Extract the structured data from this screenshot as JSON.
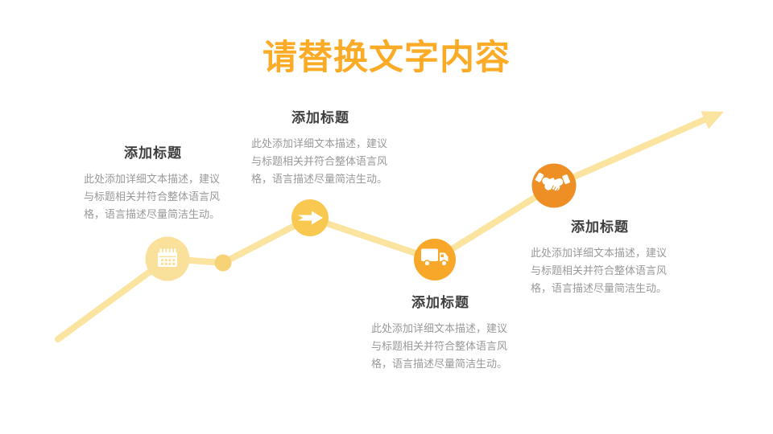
{
  "slide": {
    "title": "请替换文字内容"
  },
  "items": [
    {
      "title": "添加标题",
      "body": "此处添加详细文本描述，建议与标题相关并符合整体语言风格，语言描述尽量简洁生动。",
      "icon": "calendar-icon"
    },
    {
      "title": "添加标题",
      "body": "此处添加详细文本描述，建议与标题相关并符合整体语言风格，语言描述尽量简洁生动。",
      "icon": "right-arrow-icon"
    },
    {
      "title": "添加标题",
      "body": "此处添加详细文本描述，建议与标题相关并符合整体语言风格，语言描述尽量简洁生动。",
      "icon": "truck-icon"
    },
    {
      "title": "添加标题",
      "body": "此处添加详细文本描述，建议与标题相关并符合整体语言风格，语言描述尽量简洁生动。",
      "icon": "handshake-icon"
    }
  ],
  "timeline": {
    "nodes": [
      "calendar-icon",
      "small-dot",
      "right-arrow-icon",
      "truck-icon",
      "handshake-icon"
    ],
    "end_marker": "growth-arrowhead-icon"
  },
  "colors": {
    "title_text": "#FBAB26",
    "heading_text": "#3E3E3E",
    "body_text": "#999999",
    "line": "#FBE3A0",
    "node_calendar": "#FAE19B",
    "node_dot": "#F7D377",
    "node_arrow": "#F9C851",
    "node_truck": "#F7A829",
    "node_handshake": "#EE8F25",
    "icon_glyph": "#FFFFFF"
  }
}
